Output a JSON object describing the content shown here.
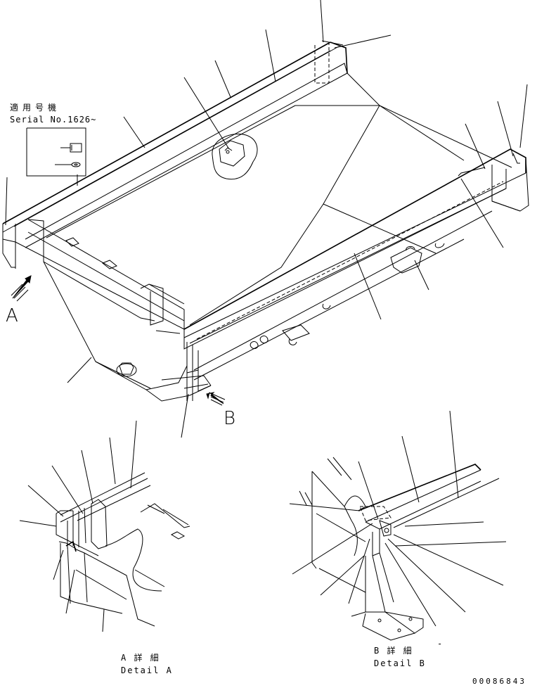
{
  "serial_note": {
    "line1": "適用号機",
    "line2": "Serial No.1626~"
  },
  "view_labels": {
    "a": "A",
    "b": "B"
  },
  "detail_a": {
    "line1": "A 詳 細",
    "line2": "Detail A"
  },
  "detail_b": {
    "line1": "B 詳 細",
    "line2": "Detail B"
  },
  "drawing_number": "00086843",
  "stray_mark": "-"
}
